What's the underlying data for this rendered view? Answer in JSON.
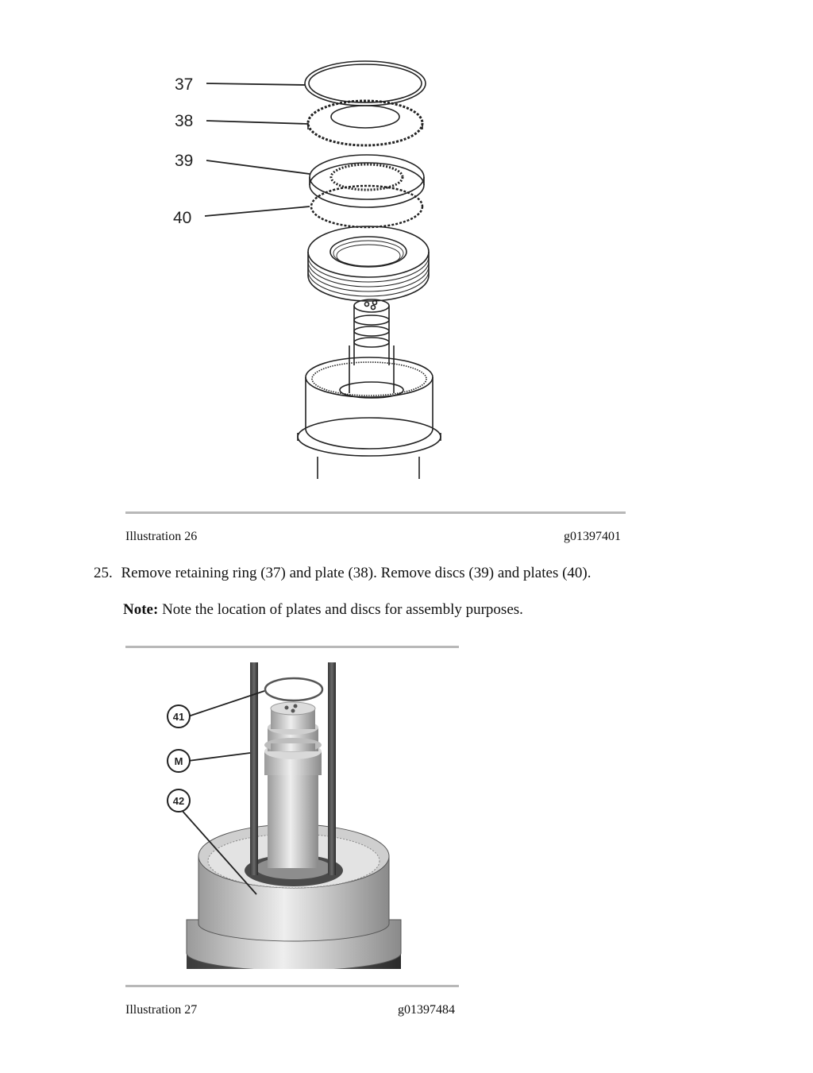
{
  "figure1": {
    "callouts": [
      "37",
      "38",
      "39",
      "40"
    ],
    "caption_left": "Illustration 26",
    "caption_right": "g01397401"
  },
  "step": {
    "number": "25.",
    "text": "Remove retaining ring (37) and plate (38). Remove discs (39) and plates (40)."
  },
  "note": {
    "label": "Note:",
    "text": "Note the location of plates and discs for assembly purposes."
  },
  "figure2": {
    "callouts": [
      "41",
      "M",
      "42"
    ],
    "caption_left": "Illustration 27",
    "caption_right": "g01397484"
  }
}
